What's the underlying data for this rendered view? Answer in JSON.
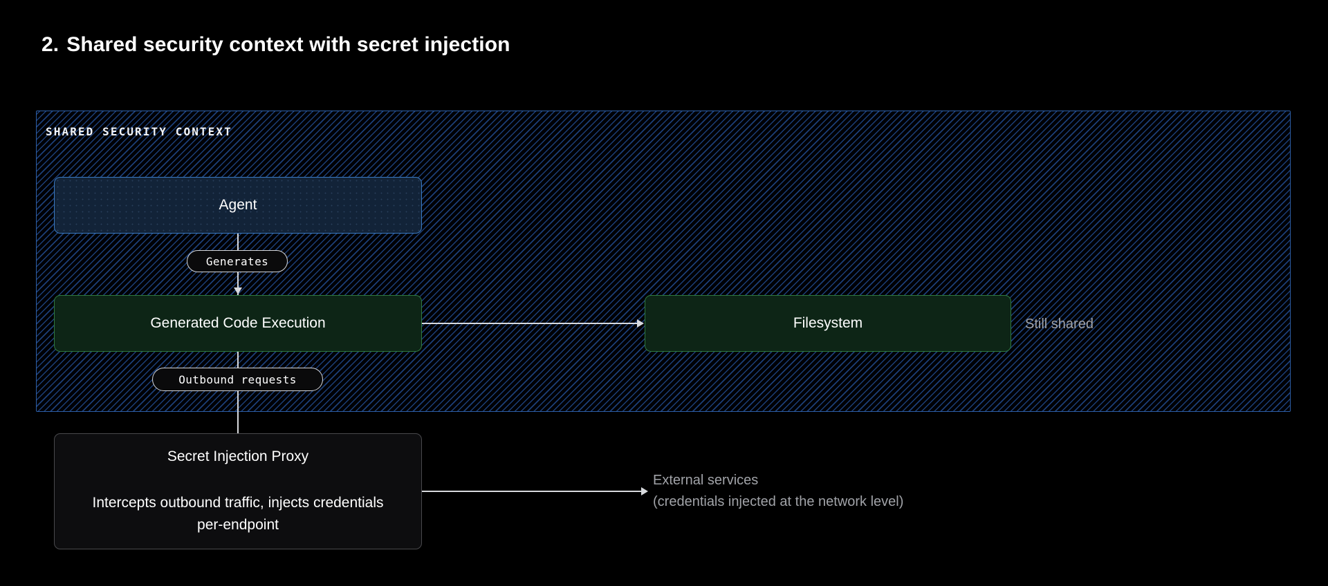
{
  "title": {
    "number": "2.",
    "text": "Shared security context with secret injection"
  },
  "colors": {
    "context_border": "#2d5fa8",
    "agent_border": "#3a7bc4",
    "green_border": "#2f7a3f",
    "proxy_border": "#4a4a4d",
    "edge": "#d8dade",
    "annotation_text": "#a1a3a8"
  },
  "context": {
    "label": "SHARED SECURITY CONTEXT"
  },
  "nodes": {
    "agent": {
      "label": "Agent"
    },
    "code_execution": {
      "label": "Generated Code Execution"
    },
    "filesystem": {
      "label": "Filesystem"
    },
    "proxy": {
      "title": "Secret Injection Proxy",
      "description": "Intercepts outbound traffic, injects credentials per-endpoint"
    }
  },
  "edges": {
    "generates": {
      "label": "Generates"
    },
    "outbound": {
      "label": "Outbound requests"
    }
  },
  "annotations": {
    "still_shared": "Still shared",
    "external_line1": "External services",
    "external_line2": "(credentials injected at the network level)"
  }
}
